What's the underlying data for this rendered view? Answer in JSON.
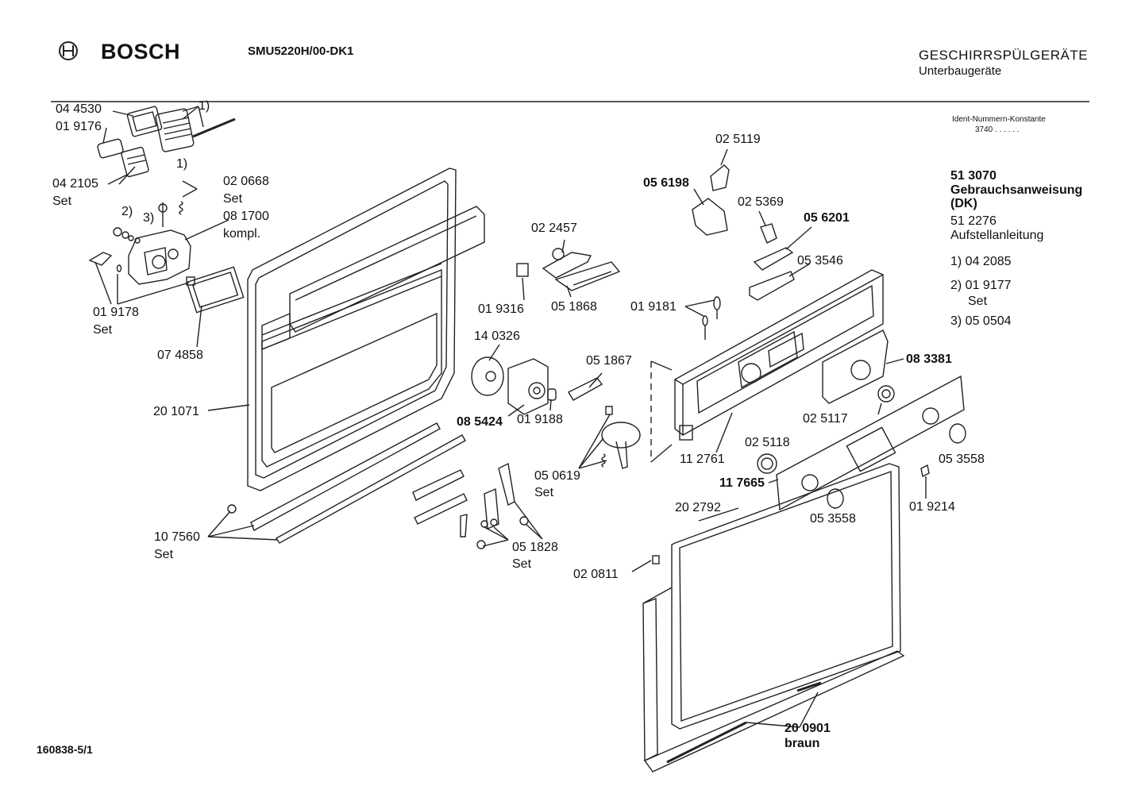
{
  "header": {
    "brand": "BOSCH",
    "model": "SMU5220H/00-DK1",
    "category": "GESCHIRRSPÜLGERÄTE",
    "subcategory": "Unterbaugeräte"
  },
  "ident": {
    "label": "Ident-Nummern-Konstante",
    "value": "3740  . .   . . . ."
  },
  "documents": {
    "manual_number": "51 3070",
    "manual_title_1": "Gebrauchsanweisung",
    "manual_title_2": "(DK)",
    "install_number": "51 2276",
    "install_title": "Aufstellanleitung"
  },
  "footnotes": {
    "n1": "1) 04 2085",
    "n2": "2) 01 9177",
    "n2_set": "Set",
    "n3": "3) 05 0504"
  },
  "parts": {
    "p044530": "04 4530",
    "p019176": "01 9176",
    "p042105": "04 2105",
    "set_042105": "Set",
    "note1_top": "1)",
    "note1_mid": "1)",
    "note2": "2)",
    "note3": "3)",
    "p020668": "02 0668",
    "set_020668": "Set",
    "p081700": "08 1700",
    "kompl": "kompl.",
    "p019178": "01 9178",
    "set_019178": "Set",
    "p074858": "07 4858",
    "p201071": "20 1071",
    "p107560": "10 7560",
    "set_107560": "Set",
    "p022457": "02 2457",
    "p019316": "01 9316",
    "p051868": "05 1868",
    "p140326": "14 0326",
    "p085424": "08 5424",
    "p019188": "01 9188",
    "p051867": "05 1867",
    "p050619": "05 0619",
    "set_050619": "Set",
    "p051828": "05 1828",
    "set_051828": "Set",
    "p025119": "02 5119",
    "p056198": "05 6198",
    "p025369": "02 5369",
    "p056201": "05 6201",
    "p053546": "05 3546",
    "p019181": "01 9181",
    "p083381": "08 3381",
    "p025117": "02 5117",
    "p025118": "02 5118",
    "p112761": "11 2761",
    "p117665": "11 7665",
    "p053558a": "05 3558",
    "p053558b": "05 3558",
    "p019214": "01 9214",
    "p202792": "20 2792",
    "p020811": "02 0811",
    "p200901": "20 0901",
    "braun": "braun"
  },
  "footer": {
    "drawing_number": "160838-5/1"
  }
}
